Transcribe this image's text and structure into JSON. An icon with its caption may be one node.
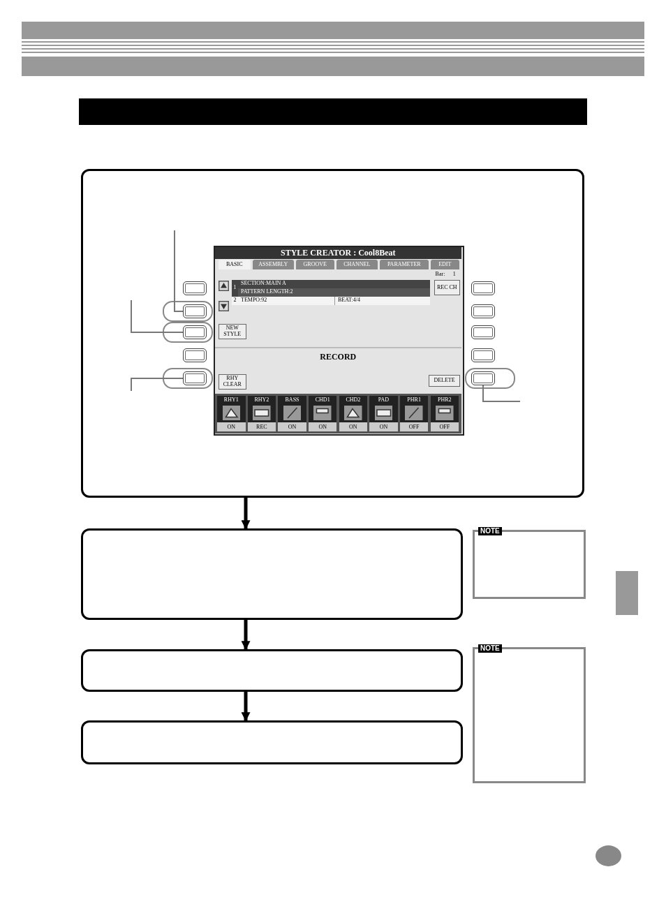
{
  "diagram": {
    "nodes": [
      {
        "text": [],
        "shape": "bar"
      },
      {
        "text": [],
        "shape": "box"
      },
      {
        "text": [],
        "shape": "button",
        "in": 1
      },
      {
        "text": [],
        "shape": "button",
        "in": 1
      },
      {
        "text": [],
        "shape": "button",
        "in": 1
      },
      {
        "text": [],
        "shape": "button",
        "in": 1
      },
      {
        "text": [],
        "shape": "button",
        "in": 1
      },
      {
        "text": [],
        "shape": "button",
        "in": 1
      },
      {
        "text": [],
        "shape": "button",
        "in": 1
      },
      {
        "text": [],
        "shape": "button",
        "in": 1
      },
      {
        "text": [],
        "shape": "button",
        "in": 1
      },
      {
        "text": [],
        "shape": "button",
        "in": 1
      },
      {
        "text": [],
        "shape": "box"
      },
      {
        "text": [],
        "shape": "box"
      },
      {
        "text": [],
        "shape": "box"
      },
      {
        "text": [
          "NOTE"
        ]
      },
      {
        "text": [
          "NOTE"
        ]
      }
    ],
    "edges": [
      {
        "from": 1,
        "to": 12,
        "arrow": "to",
        "style": "thick",
        "color": "#000000"
      },
      {
        "from": 12,
        "to": 13,
        "arrow": "to",
        "style": "thick",
        "color": "#000000"
      },
      {
        "from": 13,
        "to": 14,
        "arrow": "to",
        "style": "thick",
        "color": "#000000"
      },
      {
        "from": null,
        "to": 3,
        "arrow": "none"
      },
      {
        "from": null,
        "to": 4,
        "arrow": "none"
      },
      {
        "from": null,
        "to": 6,
        "arrow": "none"
      },
      {
        "from": null,
        "to": 11,
        "arrow": "none"
      }
    ],
    "labels": [
      "STYLE CREATOR : Cool8Beat",
      "BASIC",
      "ASSEMBLY",
      "GROOVE",
      "CHANNEL",
      "PARAMETER",
      "EDIT",
      "Bar:",
      "1",
      "1",
      "SECTION:MAIN A",
      "PATTERN LENGTH:2",
      "2",
      "TEMPO:92",
      "BEAT:4/4",
      "REC CH",
      "NEW STYLE",
      "RECORD",
      "RHY CLEAR",
      "DELETE",
      "RHY1",
      "RHY2",
      "BASS",
      "CHD1",
      "CHD2",
      "PAD",
      "PHR1",
      "PHR2",
      "ON",
      "REC",
      "ON",
      "ON",
      "ON",
      "ON",
      "OFF",
      "OFF"
    ]
  }
}
